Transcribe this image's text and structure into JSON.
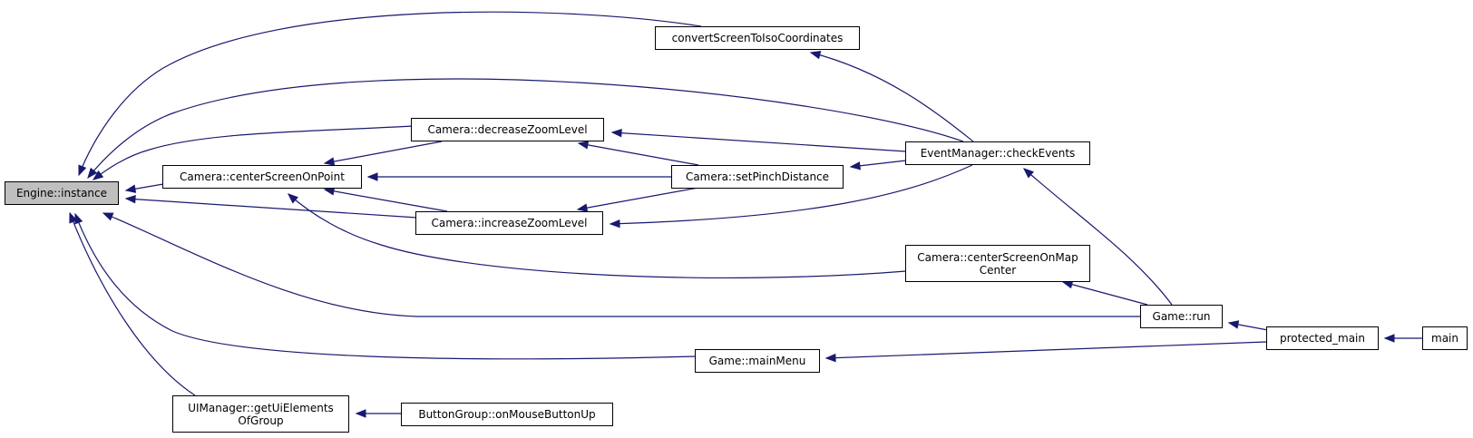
{
  "colors": {
    "edge": "#191970",
    "root_fill": "#bfbfbf",
    "node_fill": "#ffffff",
    "node_border": "#000000"
  },
  "nodes": {
    "engine_instance": {
      "lines": [
        "Engine::instance"
      ]
    },
    "convert_screen": {
      "lines": [
        "convertScreenToIsoCoordinates"
      ]
    },
    "decrease_zoom": {
      "lines": [
        "Camera::decreaseZoomLevel"
      ]
    },
    "center_screen_on_point": {
      "lines": [
        "Camera::centerScreenOnPoint"
      ]
    },
    "set_pinch_distance": {
      "lines": [
        "Camera::setPinchDistance"
      ]
    },
    "check_events": {
      "lines": [
        "EventManager::checkEvents"
      ]
    },
    "increase_zoom": {
      "lines": [
        "Camera::increaseZoomLevel"
      ]
    },
    "center_on_map_center": {
      "lines": [
        "Camera::centerScreenOnMap",
        "Center"
      ]
    },
    "game_run": {
      "lines": [
        "Game::run"
      ]
    },
    "protected_main": {
      "lines": [
        "protected_main"
      ]
    },
    "main": {
      "lines": [
        "main"
      ]
    },
    "game_main_menu": {
      "lines": [
        "Game::mainMenu"
      ]
    },
    "ui_get_elements": {
      "lines": [
        "UIManager::getUiElements",
        "OfGroup"
      ]
    },
    "button_group_mouse_up": {
      "lines": [
        "ButtonGroup::onMouseButtonUp"
      ]
    }
  }
}
